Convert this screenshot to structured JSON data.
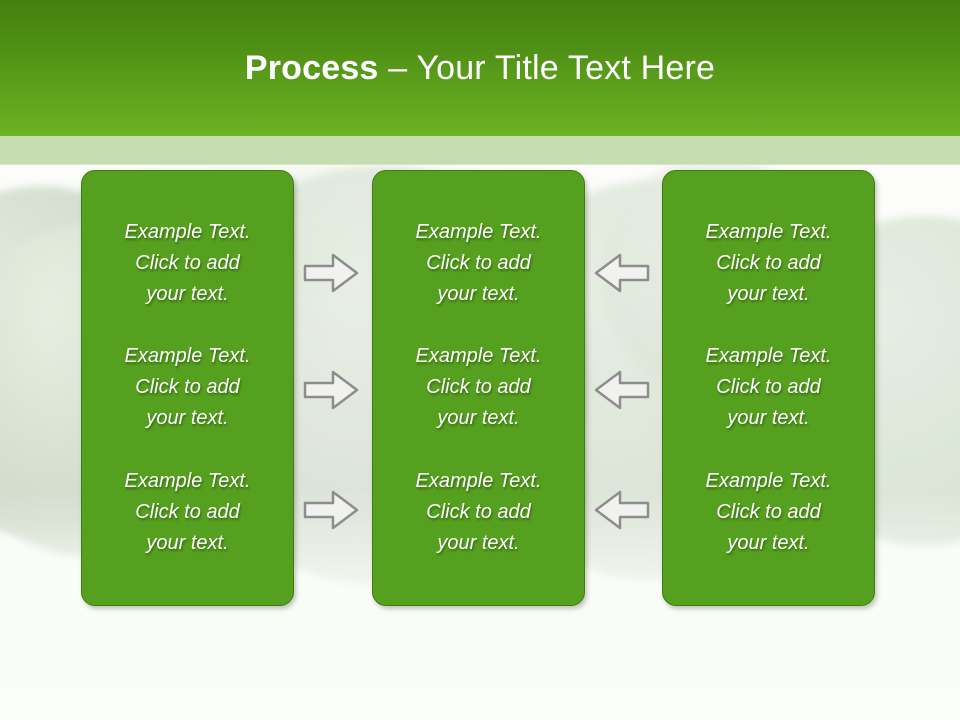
{
  "slide": {
    "title": {
      "bold_part": "Process",
      "rest_part": " – Your Title Text Here"
    },
    "colors": {
      "header_top": "#44800e",
      "header_bottom": "#6cb224",
      "band": "#c6dcb1",
      "box_green": "#56a01f",
      "box_border": "#3f7d14",
      "text_white": "#ffffff",
      "arrow_fill": "#f0f0ef",
      "arrow_stroke": "#8c8c8c",
      "background": "#fbfcfa"
    },
    "body_text": "Example Text.\nClick  to add\nyour text.",
    "columns": [
      {
        "id": "column-1",
        "cells": [
          "Example Text.\nClick  to add\nyour text.",
          "Example Text.\nClick  to add\nyour text.",
          "Example Text.\nClick  to add\nyour text."
        ]
      },
      {
        "id": "column-2",
        "cells": [
          "Example Text.\nClick  to add\nyour text.",
          "Example Text.\nClick  to add\nyour text.",
          "Example Text.\nClick  to add\nyour text."
        ]
      },
      {
        "id": "column-3",
        "cells": [
          "Example Text.\nClick  to add\nyour text.",
          "Example Text.\nClick  to add\nyour text.",
          "Example Text.\nClick  to add\nyour text."
        ]
      }
    ],
    "connectors": [
      {
        "icon": "arrow-right-icon",
        "direction": "right",
        "row": 1,
        "between": "column-1-column-2"
      },
      {
        "icon": "arrow-right-icon",
        "direction": "right",
        "row": 2,
        "between": "column-1-column-2"
      },
      {
        "icon": "arrow-right-icon",
        "direction": "right",
        "row": 3,
        "between": "column-1-column-2"
      },
      {
        "icon": "arrow-left-icon",
        "direction": "left",
        "row": 1,
        "between": "column-2-column-3"
      },
      {
        "icon": "arrow-left-icon",
        "direction": "left",
        "row": 2,
        "between": "column-2-column-3"
      },
      {
        "icon": "arrow-left-icon",
        "direction": "left",
        "row": 3,
        "between": "column-2-column-3"
      }
    ]
  }
}
